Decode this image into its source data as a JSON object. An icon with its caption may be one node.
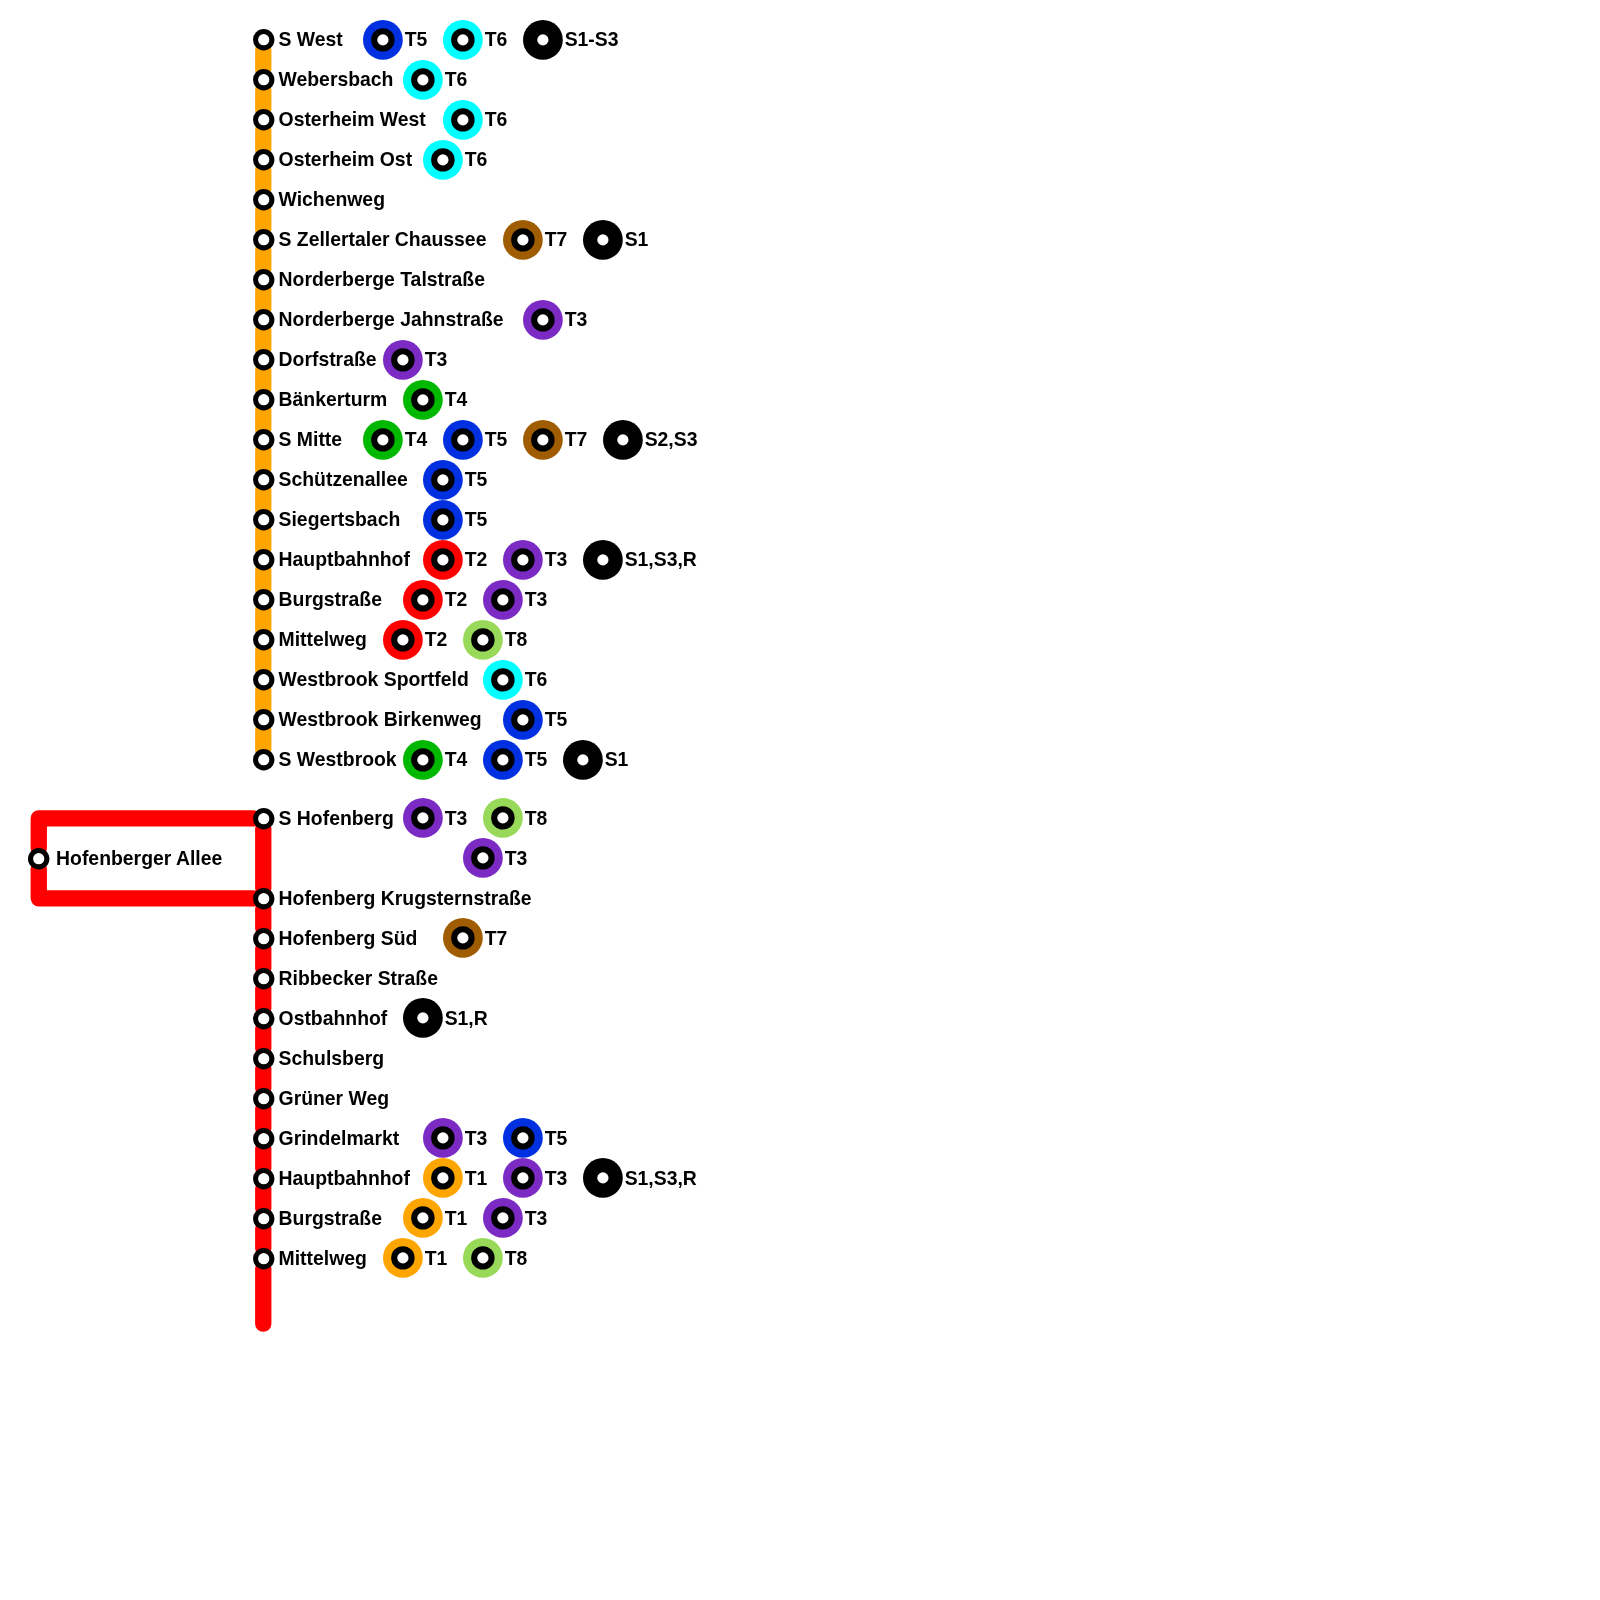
{
  "diagram": {
    "nodes": [
      {
        "text": [
          "S West"
        ]
      },
      {
        "text": [
          "T5"
        ]
      },
      {
        "text": [
          "T6"
        ]
      },
      {
        "text": [
          "S1-S3"
        ]
      },
      {
        "text": [
          "Webersbach"
        ]
      },
      {
        "text": [
          "T6"
        ]
      },
      {
        "text": [
          "Osterheim West"
        ]
      },
      {
        "text": [
          "T6"
        ]
      },
      {
        "text": [
          "Osterheim Ost"
        ]
      },
      {
        "text": [
          "T6"
        ]
      },
      {
        "text": [
          "Wichenweg"
        ]
      },
      {
        "text": [
          "S Zellertaler Chaussee"
        ]
      },
      {
        "text": [
          "T7"
        ]
      },
      {
        "text": [
          "S1"
        ]
      },
      {
        "text": [
          "Norderberge Talstraße"
        ]
      },
      {
        "text": [
          "Norderberge Jahnstraße"
        ]
      },
      {
        "text": [
          "T3"
        ]
      },
      {
        "text": [
          "Dorfstraße"
        ]
      },
      {
        "text": [
          "T3"
        ]
      },
      {
        "text": [
          "Bänkerturm"
        ]
      },
      {
        "text": [
          "T4"
        ]
      },
      {
        "text": [
          "S Mitte"
        ]
      },
      {
        "text": [
          "T4"
        ]
      },
      {
        "text": [
          "T5"
        ]
      },
      {
        "text": [
          "T7"
        ]
      },
      {
        "text": [
          "S2,S3"
        ]
      },
      {
        "text": [
          "Schützenallee"
        ]
      },
      {
        "text": [
          "T5"
        ]
      },
      {
        "text": [
          "Siegertsbach"
        ]
      },
      {
        "text": [
          "T5"
        ]
      },
      {
        "text": [
          "Hauptbahnhof"
        ]
      },
      {
        "text": [
          "T2"
        ]
      },
      {
        "text": [
          "T3"
        ]
      },
      {
        "text": [
          "S1,S3,R"
        ]
      },
      {
        "text": [
          "Burgstraße"
        ]
      },
      {
        "text": [
          "T2"
        ]
      },
      {
        "text": [
          "T3"
        ]
      },
      {
        "text": [
          "Mittelweg"
        ]
      },
      {
        "text": [
          "T2"
        ]
      },
      {
        "text": [
          "T8"
        ]
      },
      {
        "text": [
          "Westbrook Sportfeld"
        ]
      },
      {
        "text": [
          "T6"
        ]
      },
      {
        "text": [
          "Westbrook Birkenweg"
        ]
      },
      {
        "text": [
          "T5"
        ]
      },
      {
        "text": [
          "S Westbrook"
        ]
      },
      {
        "text": [
          "T4"
        ]
      },
      {
        "text": [
          "T5"
        ]
      },
      {
        "text": [
          "S1"
        ]
      },
      {
        "text": [
          "S Hofenberg"
        ]
      },
      {
        "text": [
          "T3"
        ]
      },
      {
        "text": [
          "T8"
        ]
      },
      {
        "text": [
          "Hofenberger Allee"
        ]
      },
      {
        "text": [
          "T3"
        ]
      },
      {
        "text": [
          "Hofenberg Krugsternstraße"
        ]
      },
      {
        "text": [
          "Hofenberg Süd"
        ]
      },
      {
        "text": [
          "T7"
        ]
      },
      {
        "text": [
          "Ribbecker Straße"
        ]
      },
      {
        "text": [
          "Ostbahnhof"
        ]
      },
      {
        "text": [
          "S1,R"
        ]
      },
      {
        "text": [
          "Schulsberg"
        ]
      },
      {
        "text": [
          "Grüner Weg"
        ]
      },
      {
        "text": [
          "Grindelmarkt"
        ]
      },
      {
        "text": [
          "T3"
        ]
      },
      {
        "text": [
          "T5"
        ]
      },
      {
        "text": [
          "Hauptbahnhof"
        ]
      },
      {
        "text": [
          "T1"
        ]
      },
      {
        "text": [
          "T3"
        ]
      },
      {
        "text": [
          "S1,S3,R"
        ]
      },
      {
        "text": [
          "Burgstraße"
        ]
      },
      {
        "text": [
          "T1"
        ]
      },
      {
        "text": [
          "T3"
        ]
      },
      {
        "text": [
          "Mittelweg"
        ]
      },
      {
        "text": [
          "T1"
        ]
      },
      {
        "text": [
          "T8"
        ]
      }
    ],
    "edges": [
      {
        "from": 0,
        "to": 4,
        "arrow": "none"
      },
      {
        "from": 4,
        "to": 6,
        "arrow": "none"
      },
      {
        "from": 6,
        "to": 8,
        "arrow": "none"
      },
      {
        "from": 8,
        "to": 10,
        "arrow": "none"
      },
      {
        "from": 10,
        "to": 11,
        "arrow": "none"
      },
      {
        "from": 11,
        "to": 14,
        "arrow": "none"
      },
      {
        "from": 14,
        "to": 15,
        "arrow": "none"
      },
      {
        "from": 15,
        "to": 17,
        "arrow": "none"
      },
      {
        "from": 17,
        "to": 19,
        "arrow": "none"
      },
      {
        "from": 19,
        "to": 21,
        "arrow": "none"
      },
      {
        "from": 21,
        "to": 26,
        "arrow": "none"
      },
      {
        "from": 26,
        "to": 28,
        "arrow": "none"
      },
      {
        "from": 28,
        "to": 30,
        "arrow": "none"
      },
      {
        "from": 30,
        "to": 34,
        "arrow": "none"
      },
      {
        "from": 34,
        "to": 37,
        "arrow": "none"
      },
      {
        "from": 37,
        "to": 40,
        "arrow": "none"
      },
      {
        "from": 40,
        "to": 42,
        "arrow": "none"
      },
      {
        "from": 42,
        "to": 44,
        "arrow": "none"
      },
      {
        "from": 48,
        "to": 51,
        "arrow": "none",
        "color": "#ff0000"
      },
      {
        "from": 51,
        "to": 53,
        "arrow": "none",
        "color": "#ff0000"
      },
      {
        "from": 48,
        "to": 53,
        "arrow": "none",
        "color": "#ff0000"
      },
      {
        "from": 53,
        "to": 54,
        "arrow": "none",
        "color": "#ff0000"
      },
      {
        "from": 54,
        "to": 56,
        "arrow": "none",
        "color": "#ff0000"
      },
      {
        "from": 56,
        "to": 57,
        "arrow": "none",
        "color": "#ff0000"
      },
      {
        "from": 57,
        "to": 59,
        "arrow": "none",
        "color": "#ff0000"
      },
      {
        "from": 59,
        "to": 60,
        "arrow": "none",
        "color": "#ff0000"
      },
      {
        "from": 60,
        "to": 61,
        "arrow": "none",
        "color": "#ff0000"
      },
      {
        "from": 61,
        "to": 64,
        "arrow": "none",
        "color": "#ff0000"
      },
      {
        "from": 64,
        "to": 68,
        "arrow": "none",
        "color": "#ff0000"
      },
      {
        "from": 68,
        "to": 71,
        "arrow": "none",
        "color": "#ff0000"
      },
      {
        "from": 71,
        "to": null,
        "arrow": "none",
        "color": "#ff0000"
      }
    ]
  }
}
